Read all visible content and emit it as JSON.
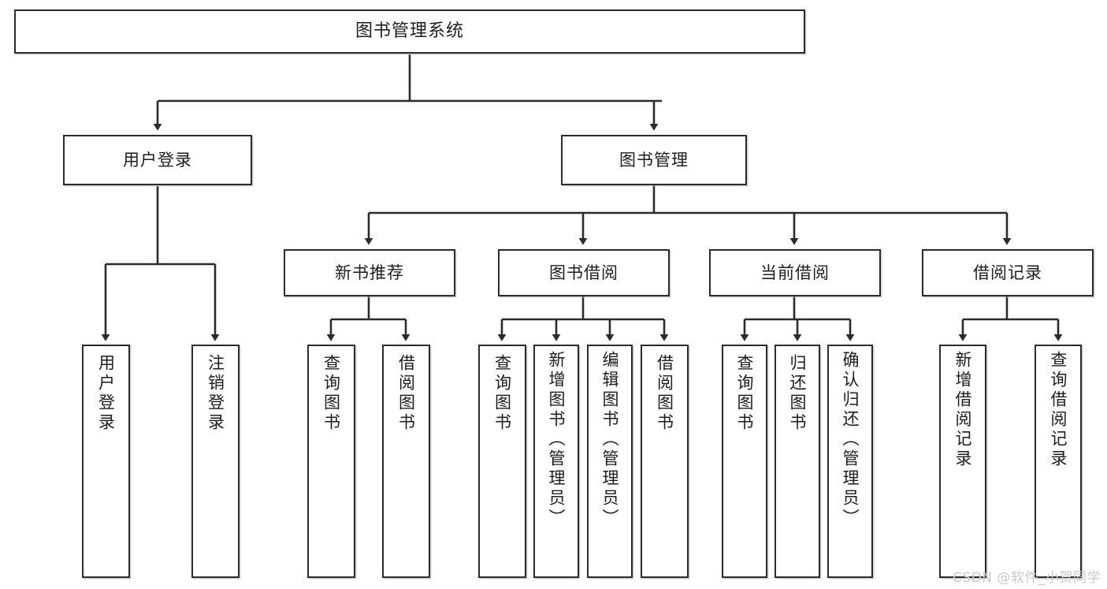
{
  "diagram": {
    "title": "图书管理系统",
    "type": "hierarchy-tree",
    "root": {
      "label": "图书管理系统"
    },
    "level2": [
      {
        "label": "用户登录"
      },
      {
        "label": "图书管理"
      }
    ],
    "level3": [
      {
        "label": "新书推荐"
      },
      {
        "label": "图书借阅"
      },
      {
        "label": "当前借阅"
      },
      {
        "label": "借阅记录"
      }
    ],
    "leaves": {
      "user_login": [
        {
          "label": "用户登录"
        },
        {
          "label": "注销登录"
        }
      ],
      "new_book_recommend": [
        {
          "label": "查询图书"
        },
        {
          "label": "借阅图书"
        }
      ],
      "book_borrow": [
        {
          "label": "查询图书"
        },
        {
          "label": "新增图书（管理员）"
        },
        {
          "label": "编辑图书（管理员）"
        },
        {
          "label": "借阅图书"
        }
      ],
      "current_borrow": [
        {
          "label": "查询图书"
        },
        {
          "label": "归还图书"
        },
        {
          "label": "确认归还（管理员）"
        }
      ],
      "borrow_record": [
        {
          "label": "新增借阅记录"
        },
        {
          "label": "查询借阅记录"
        }
      ]
    }
  },
  "watermark": {
    "text": "CSDN @软件_小贺同学"
  },
  "colors": {
    "stroke": "#2b2b2b",
    "text": "#1d1d1d",
    "background": "#ffffff",
    "watermark": "#c9c9c9"
  }
}
